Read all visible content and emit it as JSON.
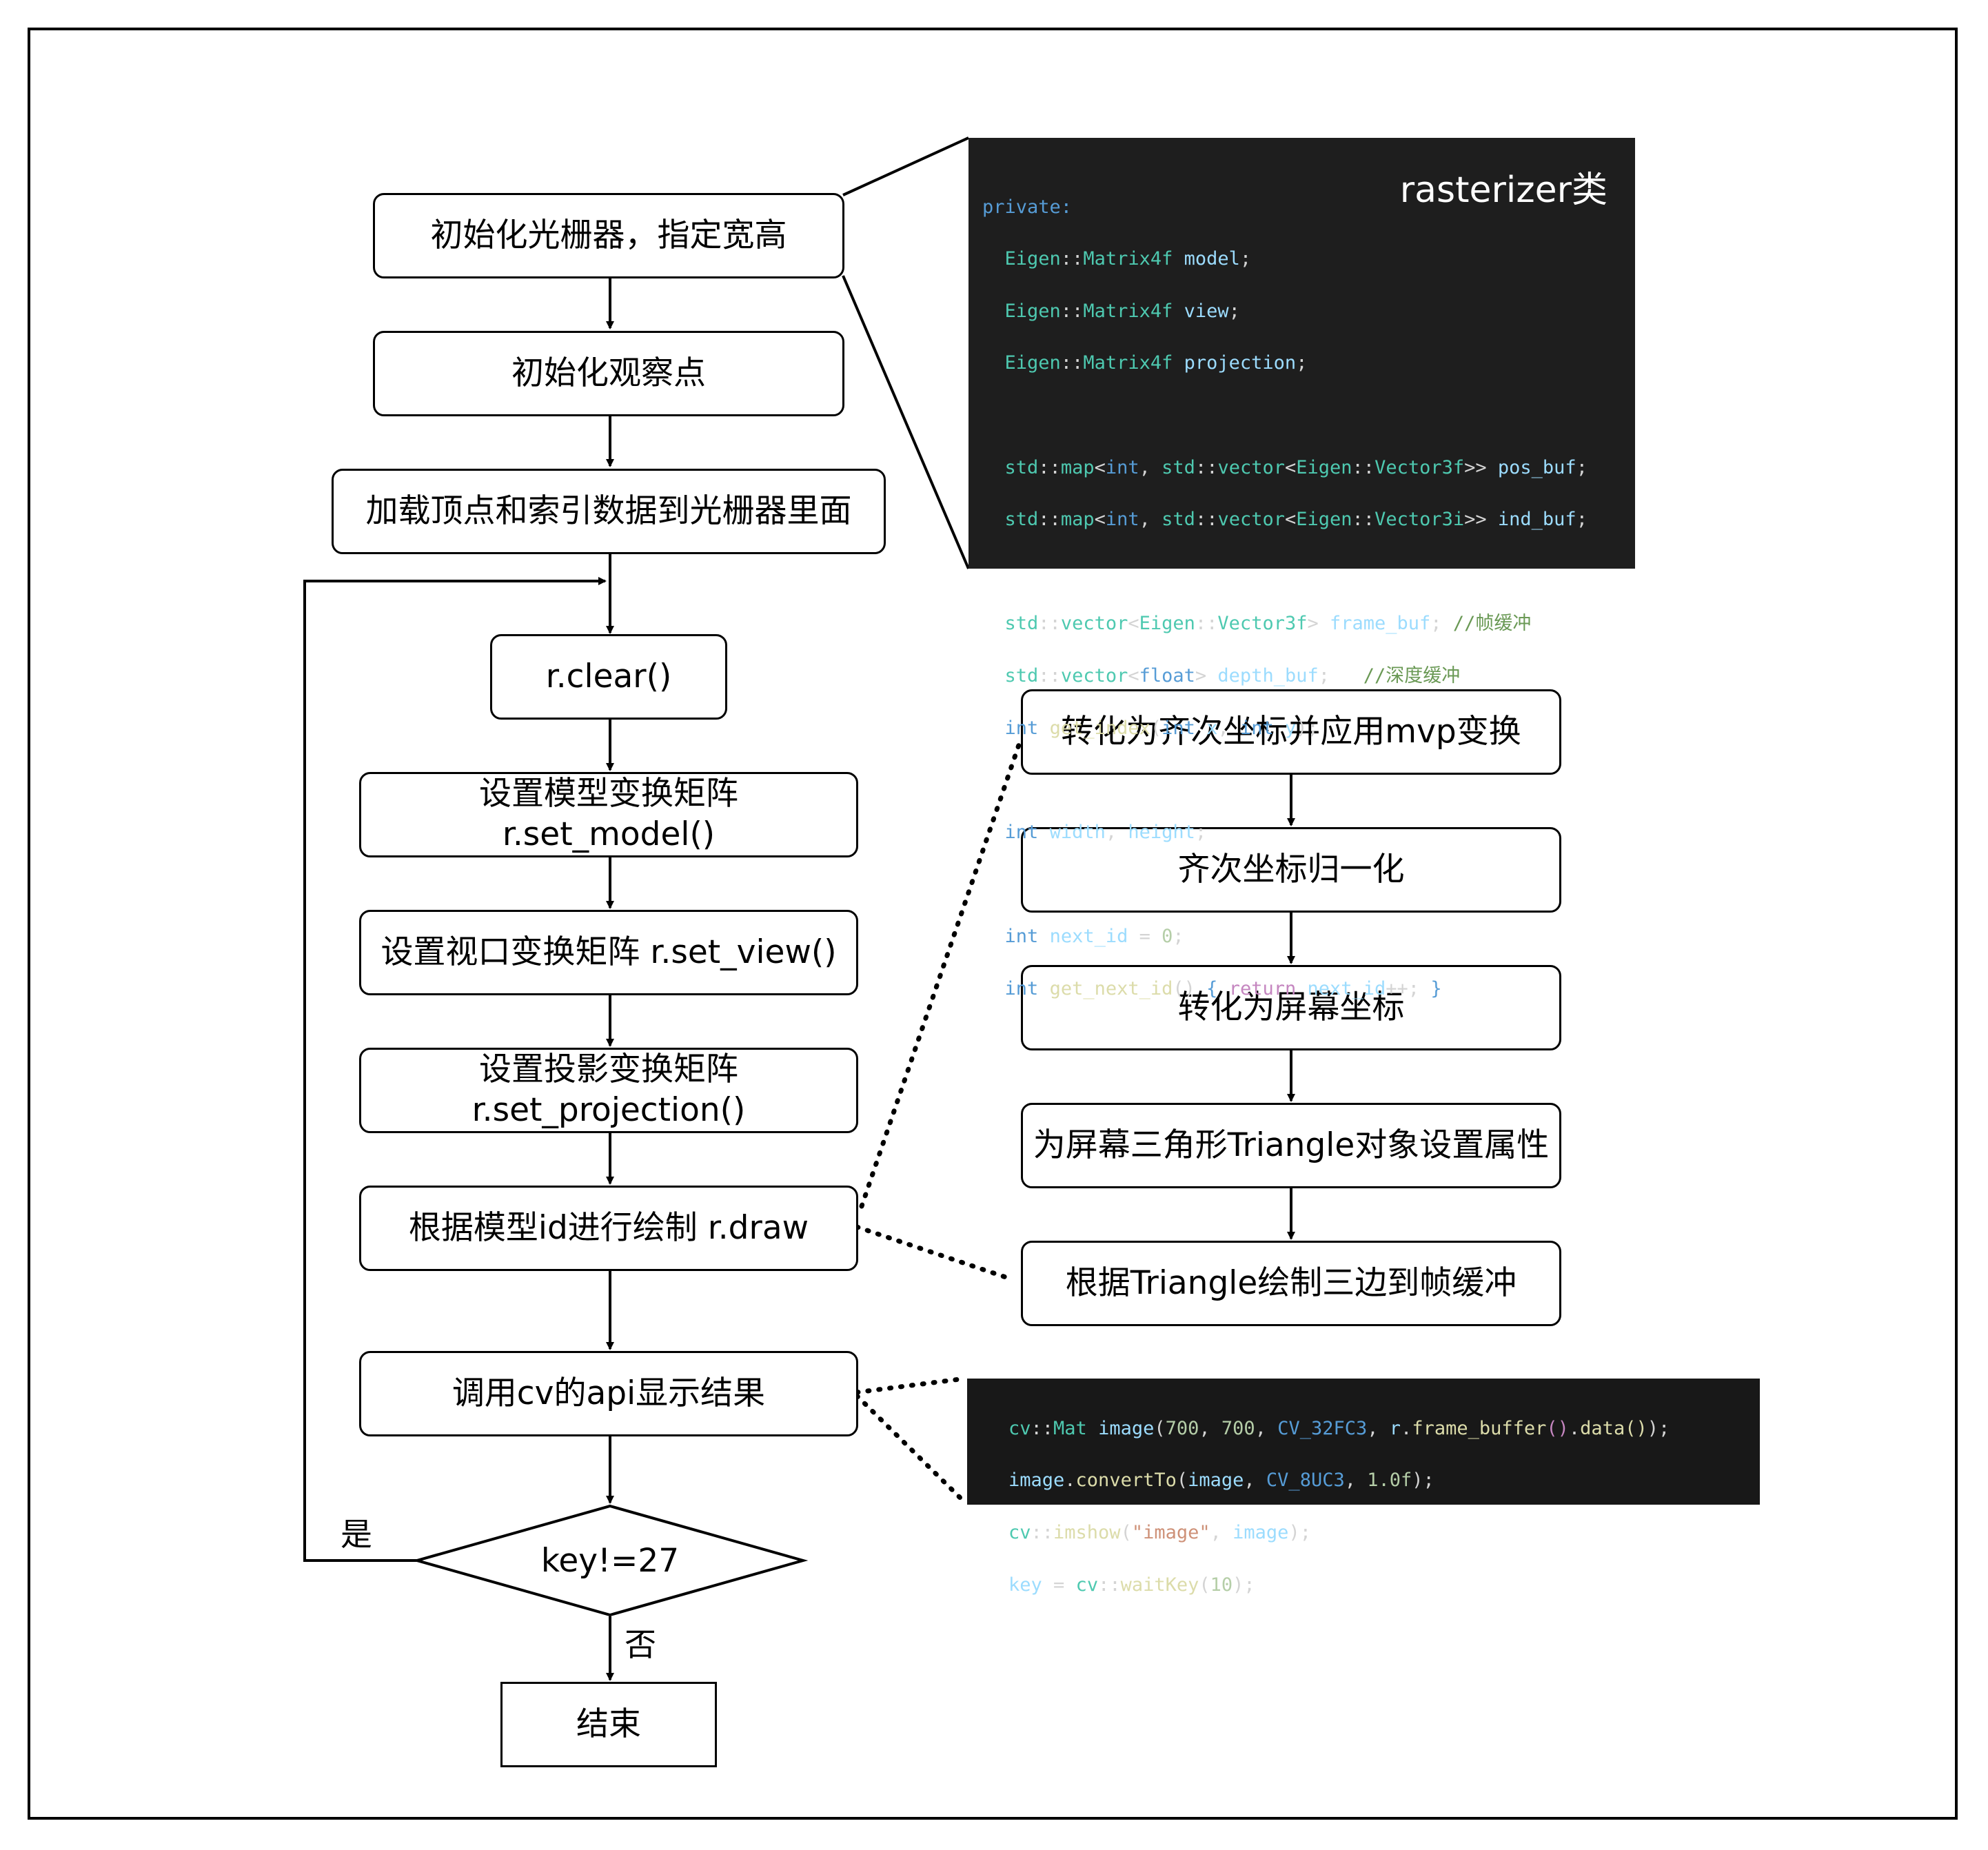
{
  "flow_left": {
    "init_rasterizer": "初始化光栅器，指定宽高",
    "init_eye": "初始化观察点",
    "load_buffers": "加载顶点和索引数据到光栅器里面",
    "clear": "r.clear()",
    "set_model": "设置模型变换矩阵 r.set_model()",
    "set_view": "设置视口变换矩阵 r.set_view()",
    "set_projection_line1": "设置投影变换矩阵",
    "set_projection_line2": "r.set_projection()",
    "draw": "根据模型id进行绘制 r.draw",
    "show": "调用cv的api显示结果",
    "condition": "key!=27",
    "yes_label": "是",
    "no_label": "否",
    "end": "结束"
  },
  "flow_right": {
    "step1": "转化为齐次坐标并应用mvp变换",
    "step2": "齐次坐标归一化",
    "step3": "转化为屏幕坐标",
    "step4": "为屏幕三角形Triangle对象设置属性",
    "step5": "根据Triangle绘制三边到帧缓冲"
  },
  "code_rasterizer": {
    "title": "rasterizer类",
    "private_kw": "private:",
    "ns_eigen": "Eigen",
    "ns_std": "std",
    "sep": "::",
    "type_matrix4f": "Matrix4f",
    "var_model": "model",
    "var_view": "view",
    "var_projection": "projection",
    "type_map": "map",
    "type_vector": "vector",
    "type_vector3f": "Vector3f",
    "type_vector3i": "Vector3i",
    "kw_int": "int",
    "kw_float": "float",
    "var_pos_buf": "pos_buf",
    "var_ind_buf": "ind_buf",
    "var_frame_buf": "frame_buf",
    "comment_frame": "//帧缓冲",
    "var_depth_buf": "depth_buf",
    "comment_depth": "//深度缓冲",
    "fn_get_index": "get_index",
    "var_x": "x",
    "var_y": "y",
    "var_width": "width",
    "var_height": "height",
    "var_next_id": "next_id",
    "num_zero": "0",
    "fn_get_next_id": "get_next_id",
    "kw_return": "return"
  },
  "code_display": {
    "ns_cv": "cv",
    "type_mat": "Mat",
    "var_image": "image",
    "num_700": "700",
    "const_32fc3": "CV_32FC3",
    "var_r": "r",
    "fn_frame_buffer": "frame_buffer",
    "fn_data": "data",
    "fn_convertTo": "convertTo",
    "const_8uc3": "CV_8UC3",
    "num_1f": "1.0f",
    "fn_imshow": "imshow",
    "str_image": "\"image\"",
    "var_key": "key",
    "fn_waitKey": "waitKey",
    "num_10": "10"
  },
  "colors": {
    "code_bg": "#1e1e1e",
    "keyword": "#569cd6",
    "type": "#4ec9b0",
    "variable": "#9cdcfe",
    "function": "#dcdcaa",
    "number": "#b5cea8",
    "string": "#ce9178",
    "comment": "#6a9955"
  }
}
